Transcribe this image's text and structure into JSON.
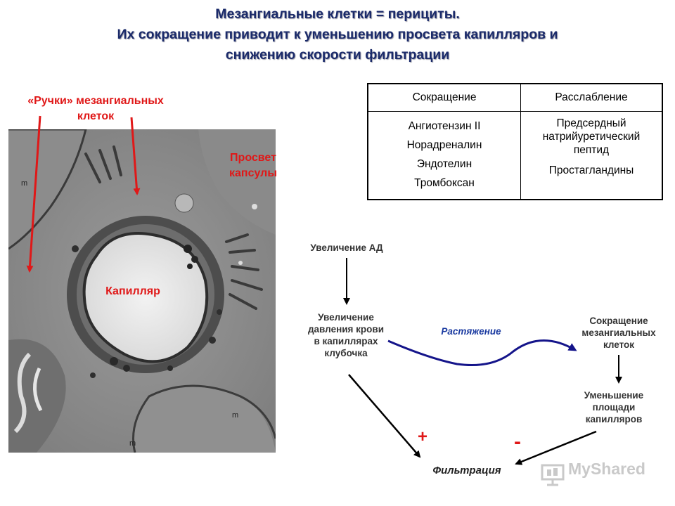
{
  "title": {
    "line1": "Мезангиальные клетки = перициты.",
    "line2": "Их сокращение приводит к уменьшению просвета капилляров и",
    "line3": "снижению скорости фильтрации"
  },
  "micrograph": {
    "handles_label_line1": "«Ручки» мезангиальных",
    "handles_label_line2": "клеток",
    "lumen_label_line1": "Просвет",
    "lumen_label_line2": "капсулы",
    "capillary_label": "Капилляр",
    "marker_m": "m"
  },
  "regulation_table": {
    "headers": [
      "Сокращение",
      "Расслабление"
    ],
    "contraction": [
      "Ангиотензин II",
      "Норадреналин",
      "Эндотелин",
      "Тромбоксан"
    ],
    "relaxation": [
      "Предсердный",
      "натрийуретический",
      "пептид",
      "Простагландины"
    ]
  },
  "flow": {
    "bp_increase": "Увеличение АД",
    "pressure_line1": "Увеличение",
    "pressure_line2": "давления крови",
    "pressure_line3": "в капиллярах",
    "pressure_line4": "клубочка",
    "stretch": "Растяжение",
    "contraction_line1": "Сокращение",
    "contraction_line2": "мезангиальных",
    "contraction_line3": "клеток",
    "area_line1": "Уменьшение",
    "area_line2": "площади",
    "area_line3": "капилляров",
    "filtration": "Фильтрация",
    "plus": "+",
    "minus": "-"
  },
  "watermark": "MyShared",
  "colors": {
    "title": "#1a2a6a",
    "accent_red": "#e01818",
    "stretch_arrow": "#1a1a8a"
  }
}
